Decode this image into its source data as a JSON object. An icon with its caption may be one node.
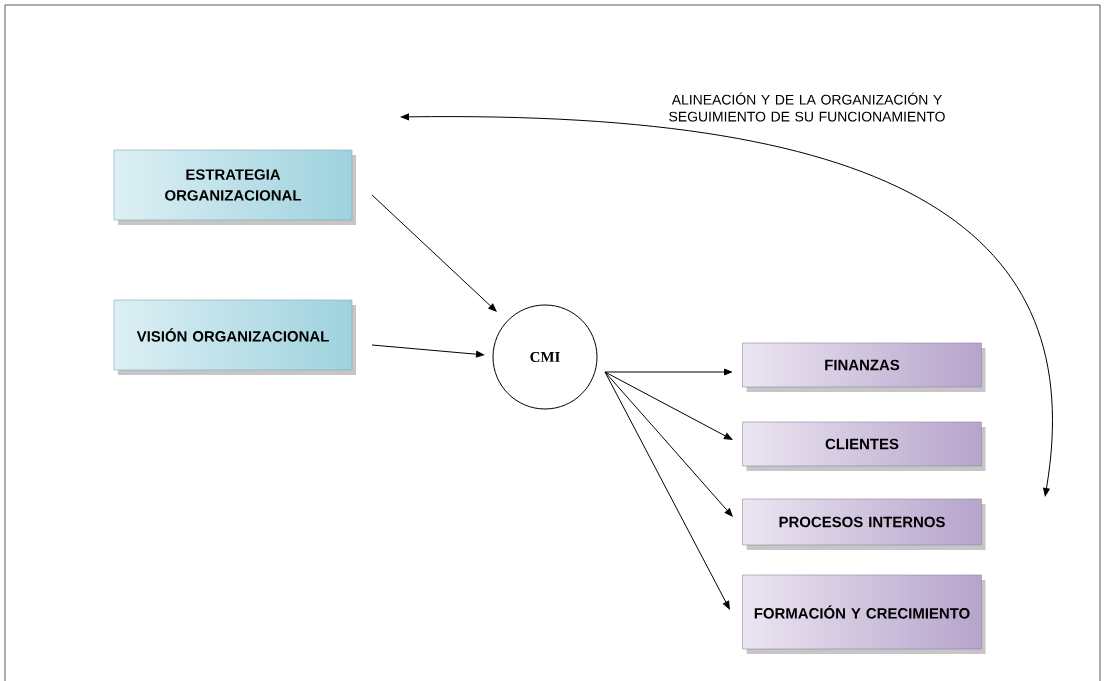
{
  "diagram": {
    "nodes": [
      {
        "text": [
          "ESTRATEGIA ORGANIZACIONAL"
        ]
      },
      {
        "text": [
          "VISIÓN ORGANIZACIONAL"
        ]
      },
      {
        "text": [
          "CMI"
        ]
      },
      {
        "text": [
          "FINANZAS"
        ]
      },
      {
        "text": [
          "CLIENTES"
        ]
      },
      {
        "text": [
          "PROCESOS INTERNOS"
        ]
      },
      {
        "text": [
          "FORMACIÓN Y CRECIMIENTO"
        ]
      }
    ],
    "edges": [
      {
        "from": 0,
        "to": 2,
        "arrow": "to"
      },
      {
        "from": 1,
        "to": 2,
        "arrow": "to"
      },
      {
        "from": 2,
        "to": 3,
        "arrow": "to"
      },
      {
        "from": 2,
        "to": 4,
        "arrow": "to"
      },
      {
        "from": 2,
        "to": 5,
        "arrow": "to"
      },
      {
        "from": 2,
        "to": 6,
        "arrow": "to"
      }
    ],
    "labels": [
      "ALINEACIÓN Y DE LA ORGANIZACIÓN Y SEGUIMIENTO DE SU FUNCIONAMIENTO"
    ]
  }
}
